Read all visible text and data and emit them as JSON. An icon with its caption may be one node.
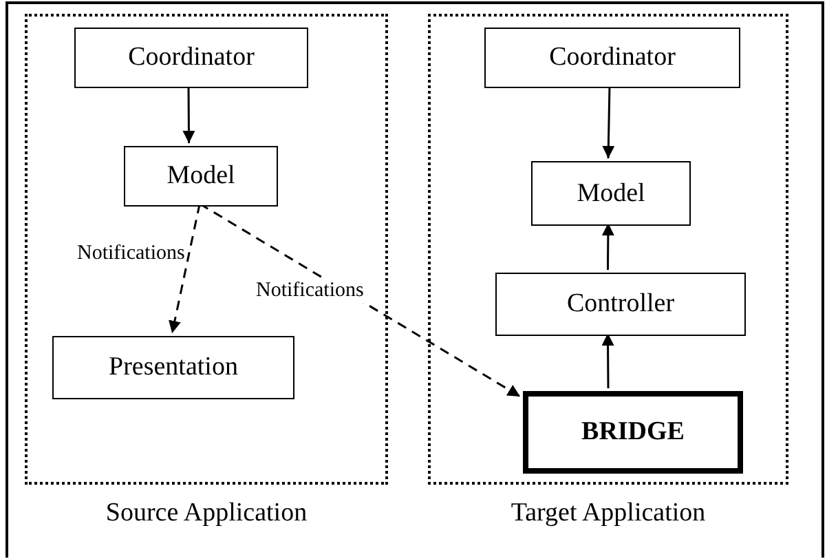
{
  "diagram": {
    "nodes": [
      {
        "text": [
          "Source Application"
        ]
      },
      {
        "text": [
          "Coordinator"
        ],
        "in": 0
      },
      {
        "text": [
          "Model"
        ],
        "in": 0
      },
      {
        "text": [
          "Presentation"
        ],
        "in": 0
      },
      {
        "text": [
          "Target Application"
        ]
      },
      {
        "text": [
          "Coordinator"
        ],
        "in": 4
      },
      {
        "text": [
          "Model"
        ],
        "in": 4
      },
      {
        "text": [
          "Controller"
        ],
        "in": 4
      },
      {
        "text": [
          "BRIDGE"
        ],
        "in": 4
      }
    ],
    "edges": [
      {
        "from": 1,
        "to": 2,
        "arrow": "to"
      },
      {
        "from": 2,
        "to": 3,
        "arrow": "to",
        "label": "Notifications",
        "style": "dashed"
      },
      {
        "from": 2,
        "to": 8,
        "arrow": "to",
        "label": "Notifications",
        "style": "dashed"
      },
      {
        "from": 5,
        "to": 6,
        "arrow": "to"
      },
      {
        "from": 7,
        "to": 6,
        "arrow": "to"
      },
      {
        "from": 8,
        "to": 7,
        "arrow": "to"
      }
    ]
  }
}
